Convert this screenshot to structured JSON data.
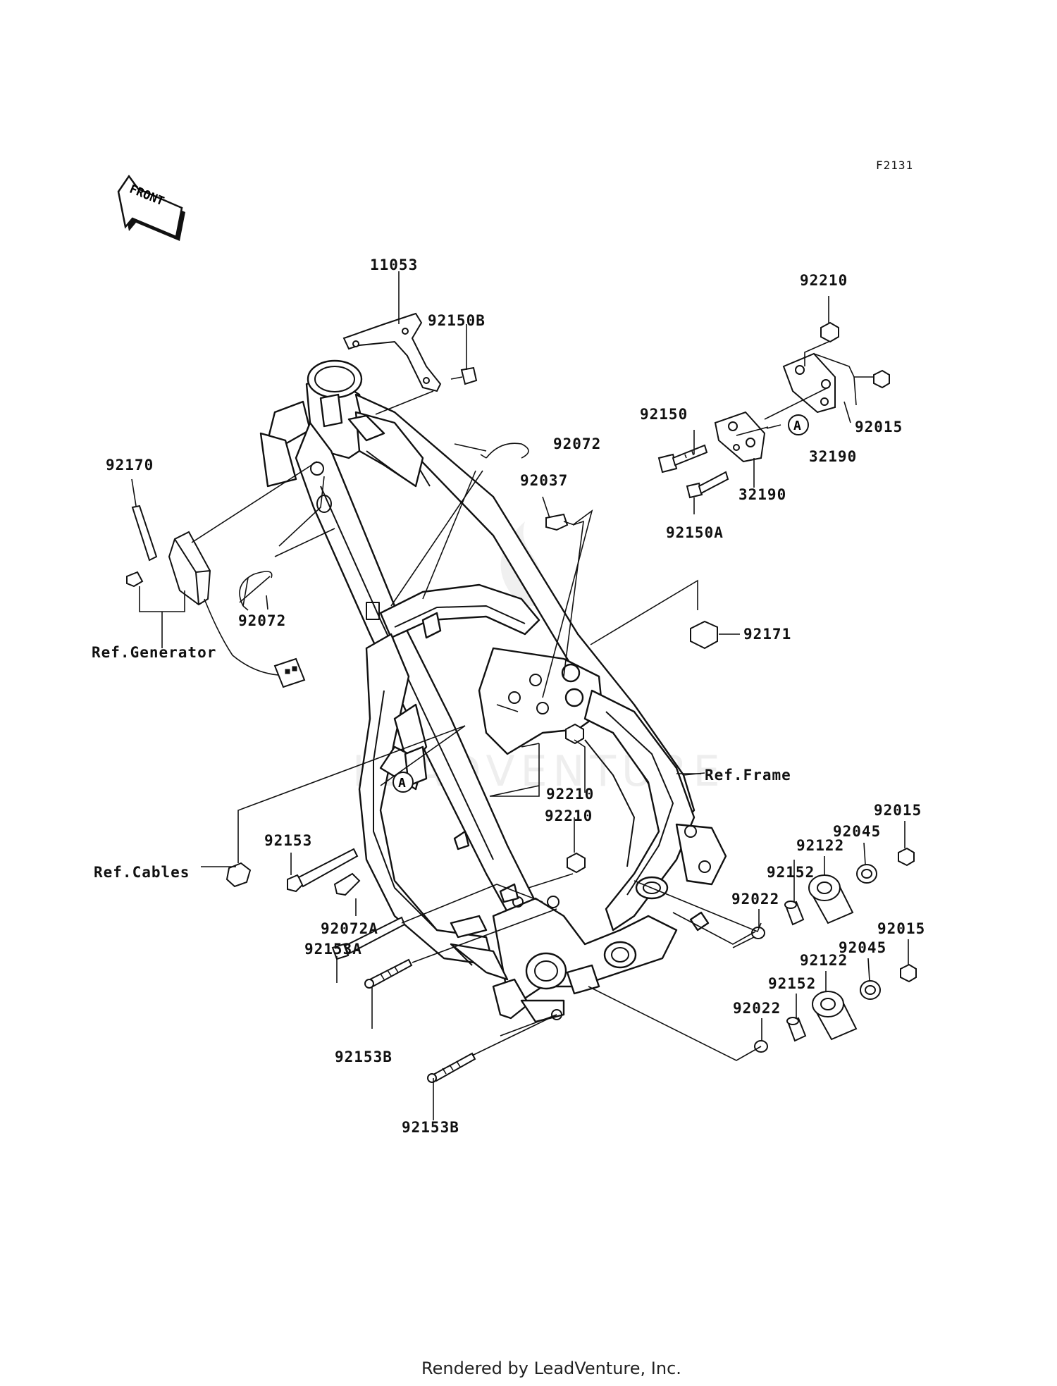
{
  "diagram": {
    "code": "F2131",
    "front_label": "FRONT",
    "watermark": "LEADVENTURE",
    "footer": "Rendered by LeadVenture, Inc.",
    "marker_a": "A",
    "refs": {
      "generator": "Ref.Generator",
      "cables": "Ref.Cables",
      "frame": "Ref.Frame"
    },
    "parts": [
      "11053",
      "92150B",
      "92210",
      "92170",
      "92072",
      "92072",
      "92150",
      "92015",
      "32190",
      "32190",
      "92037",
      "92150A",
      "92171",
      "92210",
      "92210",
      "92153",
      "92072A",
      "92153A",
      "92153B",
      "92153B",
      "92015",
      "92045",
      "92122",
      "92152",
      "92022",
      "92015",
      "92045",
      "92122",
      "92152",
      "92022"
    ]
  }
}
